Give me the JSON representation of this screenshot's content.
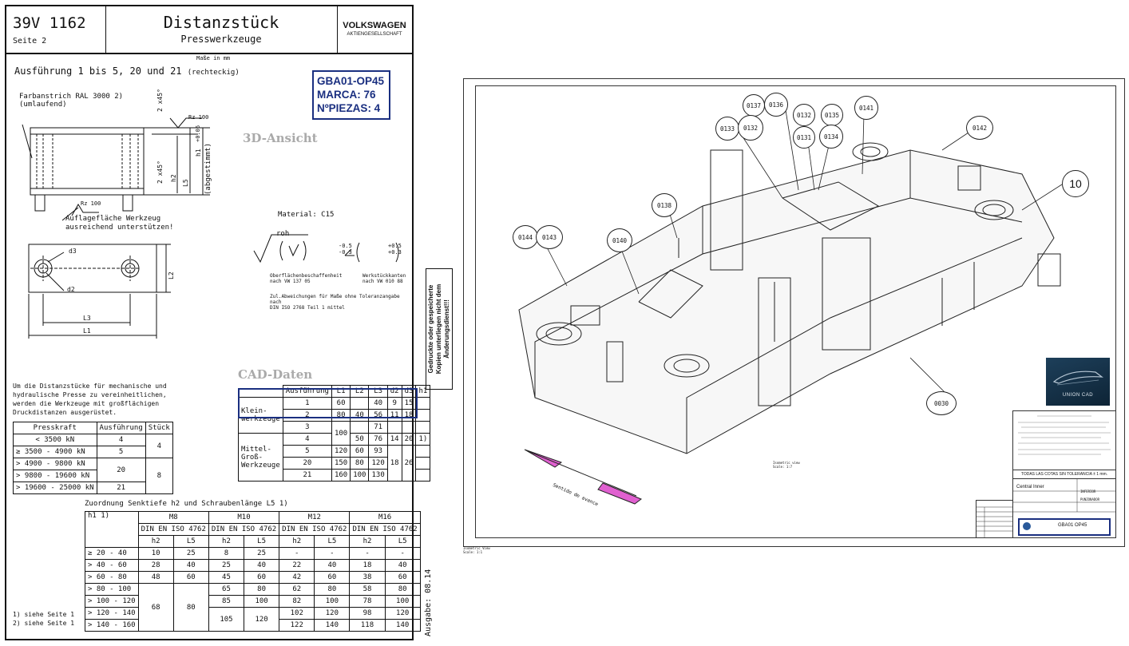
{
  "header": {
    "doc_number": "39V 1162",
    "page": "Seite  2",
    "title": "Distanzstück",
    "subtitle": "Presswerkzeuge",
    "brand": "VOLKSWAGEN",
    "brand_sub": "AKTIENGESELLSCHAFT"
  },
  "units_note": "Maße in mm",
  "variant_heading": "Ausführung 1 bis 5, 20 und 21",
  "variant_shape": "(rechteckig)",
  "paint_note": [
    "Farbanstrich RAL 3000  2)",
    "(umlaufend)"
  ],
  "support_note": [
    "Auflagefläche Werkzeug",
    "ausreichend unterstützen!"
  ],
  "dims": {
    "chamfer_top": "2 x45°",
    "chamfer_mid": "2 x45°",
    "rz_top": "Rz 100",
    "rz_bottom": "Rz 100",
    "h1": "h1",
    "h1_tol": "+0.06",
    "h2": "h2",
    "l5": "L5",
    "abgestimmt": "(abgestimmt)",
    "d3": "d3",
    "d2": "d2",
    "l2": "L2",
    "l3": "L3",
    "l1": "L1"
  },
  "part_box": [
    "GBA01-OP45",
    "MARCA: 76",
    "NºPIEZAS: 4"
  ],
  "view_3d": "3D-Ansicht",
  "material": "Material: C15",
  "surface": {
    "roh": "roh",
    "label": [
      "Oberflächenbeschaffenheit",
      "nach VW 137 05"
    ],
    "tol_a": "-0.5",
    "tol_b": "-0.3",
    "tol_c": "+0.5",
    "tol_d": "+0.3",
    "edge_label": [
      "Werkstückkanten",
      "nach VW 010 88"
    ],
    "general_tol": [
      "Zul.Abweichungen für Maße ohne Toleranzangabe nach",
      "DIN ISO 2768 Teil 1 mittel"
    ]
  },
  "cad_data": "CAD-Daten",
  "intro_text": [
    "Um die Distanzstücke für mechanische und",
    "hydraulische Presse zu vereinheitlichen,",
    "werden die Werkzeuge mit großflächigen",
    "Druckdistanzen ausgerüstet."
  ],
  "press_table": {
    "headers": [
      "Presskraft",
      "Ausführung",
      "Stück"
    ],
    "rows": [
      [
        "< 3500 kN",
        "4"
      ],
      [
        "≥  3500 - 4900 kN",
        "5"
      ],
      [
        ">  4900 - 9800 kN",
        ""
      ],
      [
        ">  9800 - 19600 kN",
        "20"
      ],
      [
        "> 19600 - 25000 kN",
        "21"
      ]
    ],
    "stueck": [
      "4",
      "8"
    ]
  },
  "dim_table": {
    "headers": [
      "Ausführung",
      "L1",
      "L2",
      "L3",
      "d2",
      "d3",
      "h1"
    ],
    "group_small": "Klein-werkzeuge",
    "group_large": "Mittel-Groß-Werkzeuge",
    "rows": [
      [
        "1",
        "60",
        "",
        "40",
        "9",
        "15",
        ""
      ],
      [
        "2",
        "80",
        "40",
        "56",
        "11",
        "18",
        ""
      ],
      [
        "3",
        "",
        "",
        "71",
        "",
        "",
        ""
      ],
      [
        "4",
        "",
        "50",
        "76",
        "14",
        "20",
        "1)"
      ],
      [
        "5",
        "120",
        "60",
        "93",
        "",
        "",
        ""
      ],
      [
        "20",
        "150",
        "80",
        "120",
        "",
        "",
        ""
      ],
      [
        "21",
        "160",
        "100",
        "130",
        "",
        "",
        ""
      ]
    ],
    "merged_100": "100",
    "merged_18": "18",
    "merged_26": "26"
  },
  "screw_heading": "Zuordnung Senktiefe h2 und Schraubenlänge L5   1)",
  "screw_table": {
    "h1_label": "h1   1)",
    "groups": [
      "M8",
      "M10",
      "M12",
      "M16"
    ],
    "std": "DIN EN ISO 4762",
    "sub": [
      "h2",
      "L5"
    ],
    "ranges": [
      "≥  20 -  40",
      ">  40 -  60",
      ">  60 -  80",
      ">  80 - 100",
      "> 100 - 120",
      "> 120 - 140",
      "> 140 - 160"
    ],
    "m8": [
      [
        "10",
        "25"
      ],
      [
        "28",
        "40"
      ],
      [
        "48",
        "60"
      ]
    ],
    "m8_merged": [
      "68",
      "80"
    ],
    "m10": [
      [
        "8",
        "25"
      ],
      [
        "25",
        "40"
      ],
      [
        "45",
        "60"
      ],
      [
        "65",
        "80"
      ],
      [
        "85",
        "100"
      ]
    ],
    "m10_merged": [
      "105",
      "120"
    ],
    "m12": [
      [
        "-",
        "-"
      ],
      [
        "22",
        "40"
      ],
      [
        "42",
        "60"
      ],
      [
        "62",
        "80"
      ],
      [
        "82",
        "100"
      ],
      [
        "102",
        "120"
      ],
      [
        "122",
        "140"
      ]
    ],
    "m16": [
      [
        "-",
        "-"
      ],
      [
        "18",
        "40"
      ],
      [
        "38",
        "60"
      ],
      [
        "58",
        "80"
      ],
      [
        "78",
        "100"
      ],
      [
        "98",
        "120"
      ],
      [
        "118",
        "140"
      ]
    ]
  },
  "footnotes": [
    "1) siehe Seite 1",
    "2) siehe Seite 1"
  ],
  "ausgabe": "Ausgabe: 08.14",
  "stamp": [
    "Gedruckte oder gespeicherte",
    "Kopien unterliegen nicht dem",
    "Änderungsdienst!!!"
  ],
  "callouts": [
    "0137",
    "0136",
    "0132",
    "0135",
    "0141",
    "0133",
    "0132",
    "0131",
    "0134",
    "0142",
    "10",
    "0138",
    "0144",
    "0143",
    "0140",
    "0030"
  ],
  "iso_view": [
    "Isometric view",
    "Scale: 1:7"
  ],
  "direction_text": "Sentido de avance",
  "scale_text": [
    "Isometric View",
    "Scale: 1:1"
  ],
  "logo_text": "UNION CAD",
  "title_block": {
    "tolerance": "TODAS LAS COTAS SIN TOLERANCIA ± 1 mm.",
    "part_name": "Central  Inner",
    "part_ref": "GBA01 OP45",
    "section": "INFERIOR",
    "job": "PUNZONADOR"
  },
  "colors": {
    "navy": "#1a2f80",
    "magenta": "#e060d0"
  }
}
